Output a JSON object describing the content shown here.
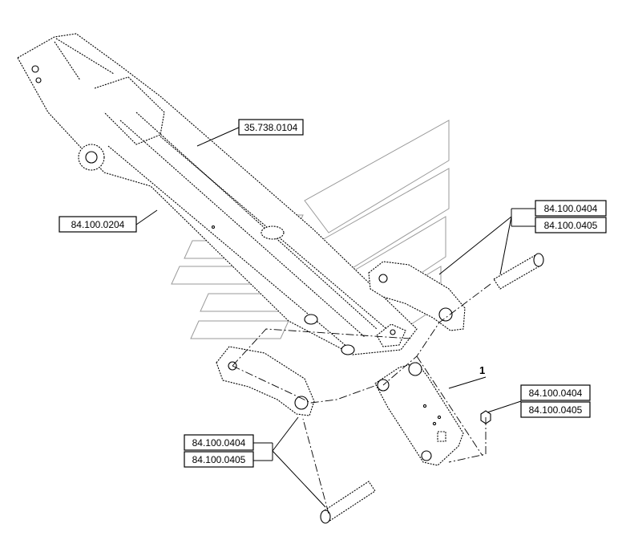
{
  "references": {
    "arm_part": "35.738.0104",
    "pin_part": "84.100.0204",
    "upper_right_a": "84.100.0404",
    "upper_right_b": "84.100.0405",
    "mid_right_a": "84.100.0404",
    "mid_right_b": "84.100.0405",
    "lower_left_a": "84.100.0404",
    "lower_left_b": "84.100.0405"
  },
  "callouts": {
    "item_1": "1"
  }
}
